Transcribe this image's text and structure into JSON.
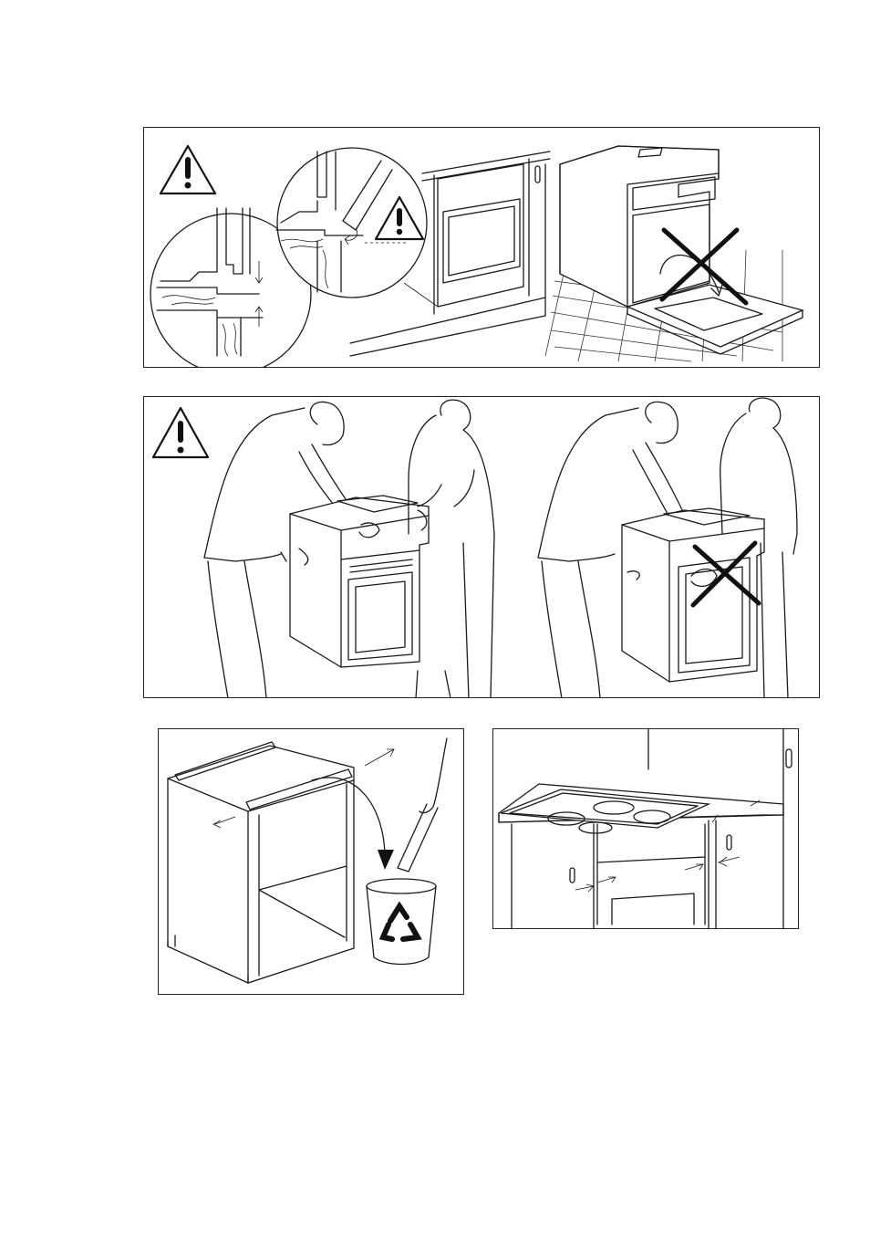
{
  "page": {
    "background": "#ffffff",
    "line_color": "#1a1a1a"
  },
  "panels": [
    {
      "id": "top",
      "content": [
        "warning-icon",
        "cabinet-clearance-detail",
        "oven-installed-in-cabinet",
        "open-door-on-floor-crossed-out"
      ]
    },
    {
      "id": "middle",
      "content": [
        "warning-icon",
        "two-people-lifting-oven-by-sides",
        "two-people-lifting-oven-by-door-handle-crossed-out"
      ]
    },
    {
      "id": "bottom-left",
      "content": [
        "cabinet-rails-removed",
        "recycle-bin"
      ]
    },
    {
      "id": "bottom-right",
      "content": [
        "hob-on-worktop",
        "oven-below-hob-clearances"
      ]
    }
  ],
  "icons": [
    "warning-icon",
    "recycle-icon",
    "cross-out-mark"
  ]
}
